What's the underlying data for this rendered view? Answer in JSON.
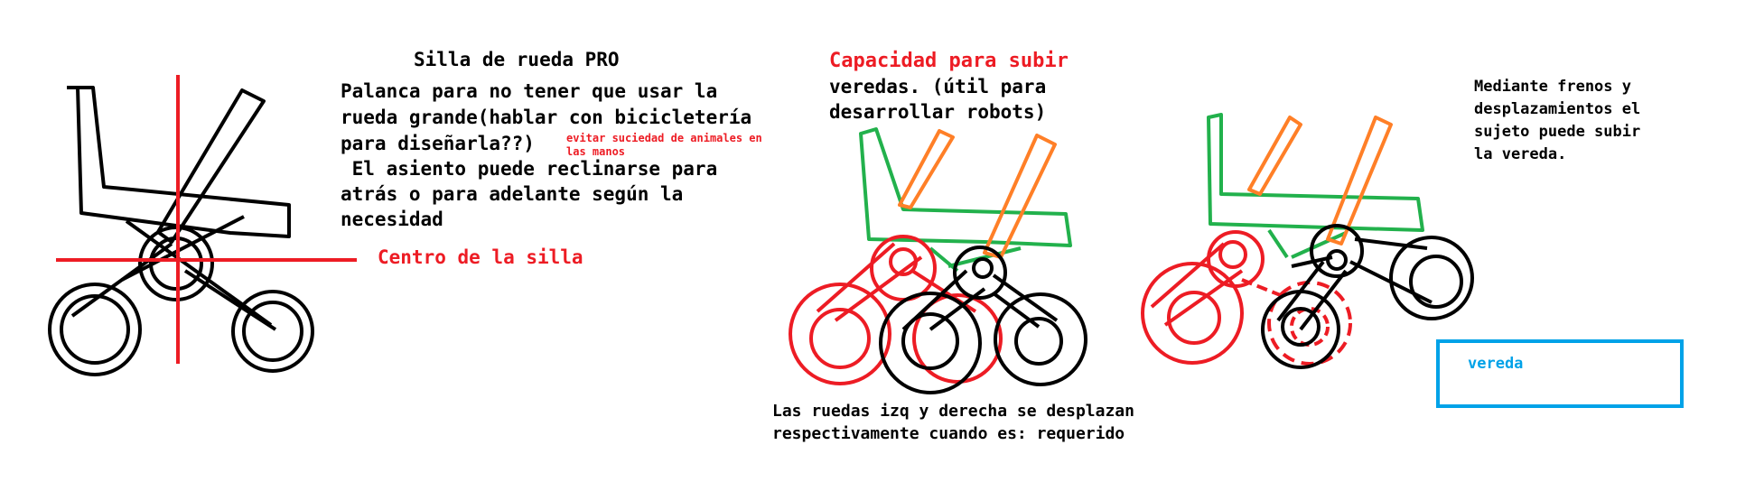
{
  "colors": {
    "black": "#000000",
    "red": "#ed1c24",
    "green": "#22b14c",
    "orange": "#ff7f27",
    "blue": "#00a2e8"
  },
  "labels": {
    "title": "Silla de rueda PRO",
    "lever_note_1": "Palanca para no tener que usar la",
    "lever_note_2": "rueda grande(hablar con bicicletería",
    "lever_note_3": "para diseñarla??)",
    "small_note_1": "evitar suciedad de animales en",
    "small_note_2": "las manos",
    "seat_note_1": " El asiento puede reclinarse para",
    "seat_note_2": "atrás o para adelante según la",
    "seat_note_3": "necesidad",
    "center_label": "Centro de la silla",
    "capacity_title": "Capacidad para subir",
    "capacity_1": "veredas. (útil para",
    "capacity_2": "desarrollar robots)",
    "wheels_note_1": "Las ruedas izq y derecha se desplazan",
    "wheels_note_2": "respectivamente cuando es: requerido",
    "brakes_1": "Mediante frenos y",
    "brakes_2": "desplazamientos el",
    "brakes_3": "sujeto puede subir",
    "brakes_4": "la vereda.",
    "curb_label": "vereda"
  }
}
